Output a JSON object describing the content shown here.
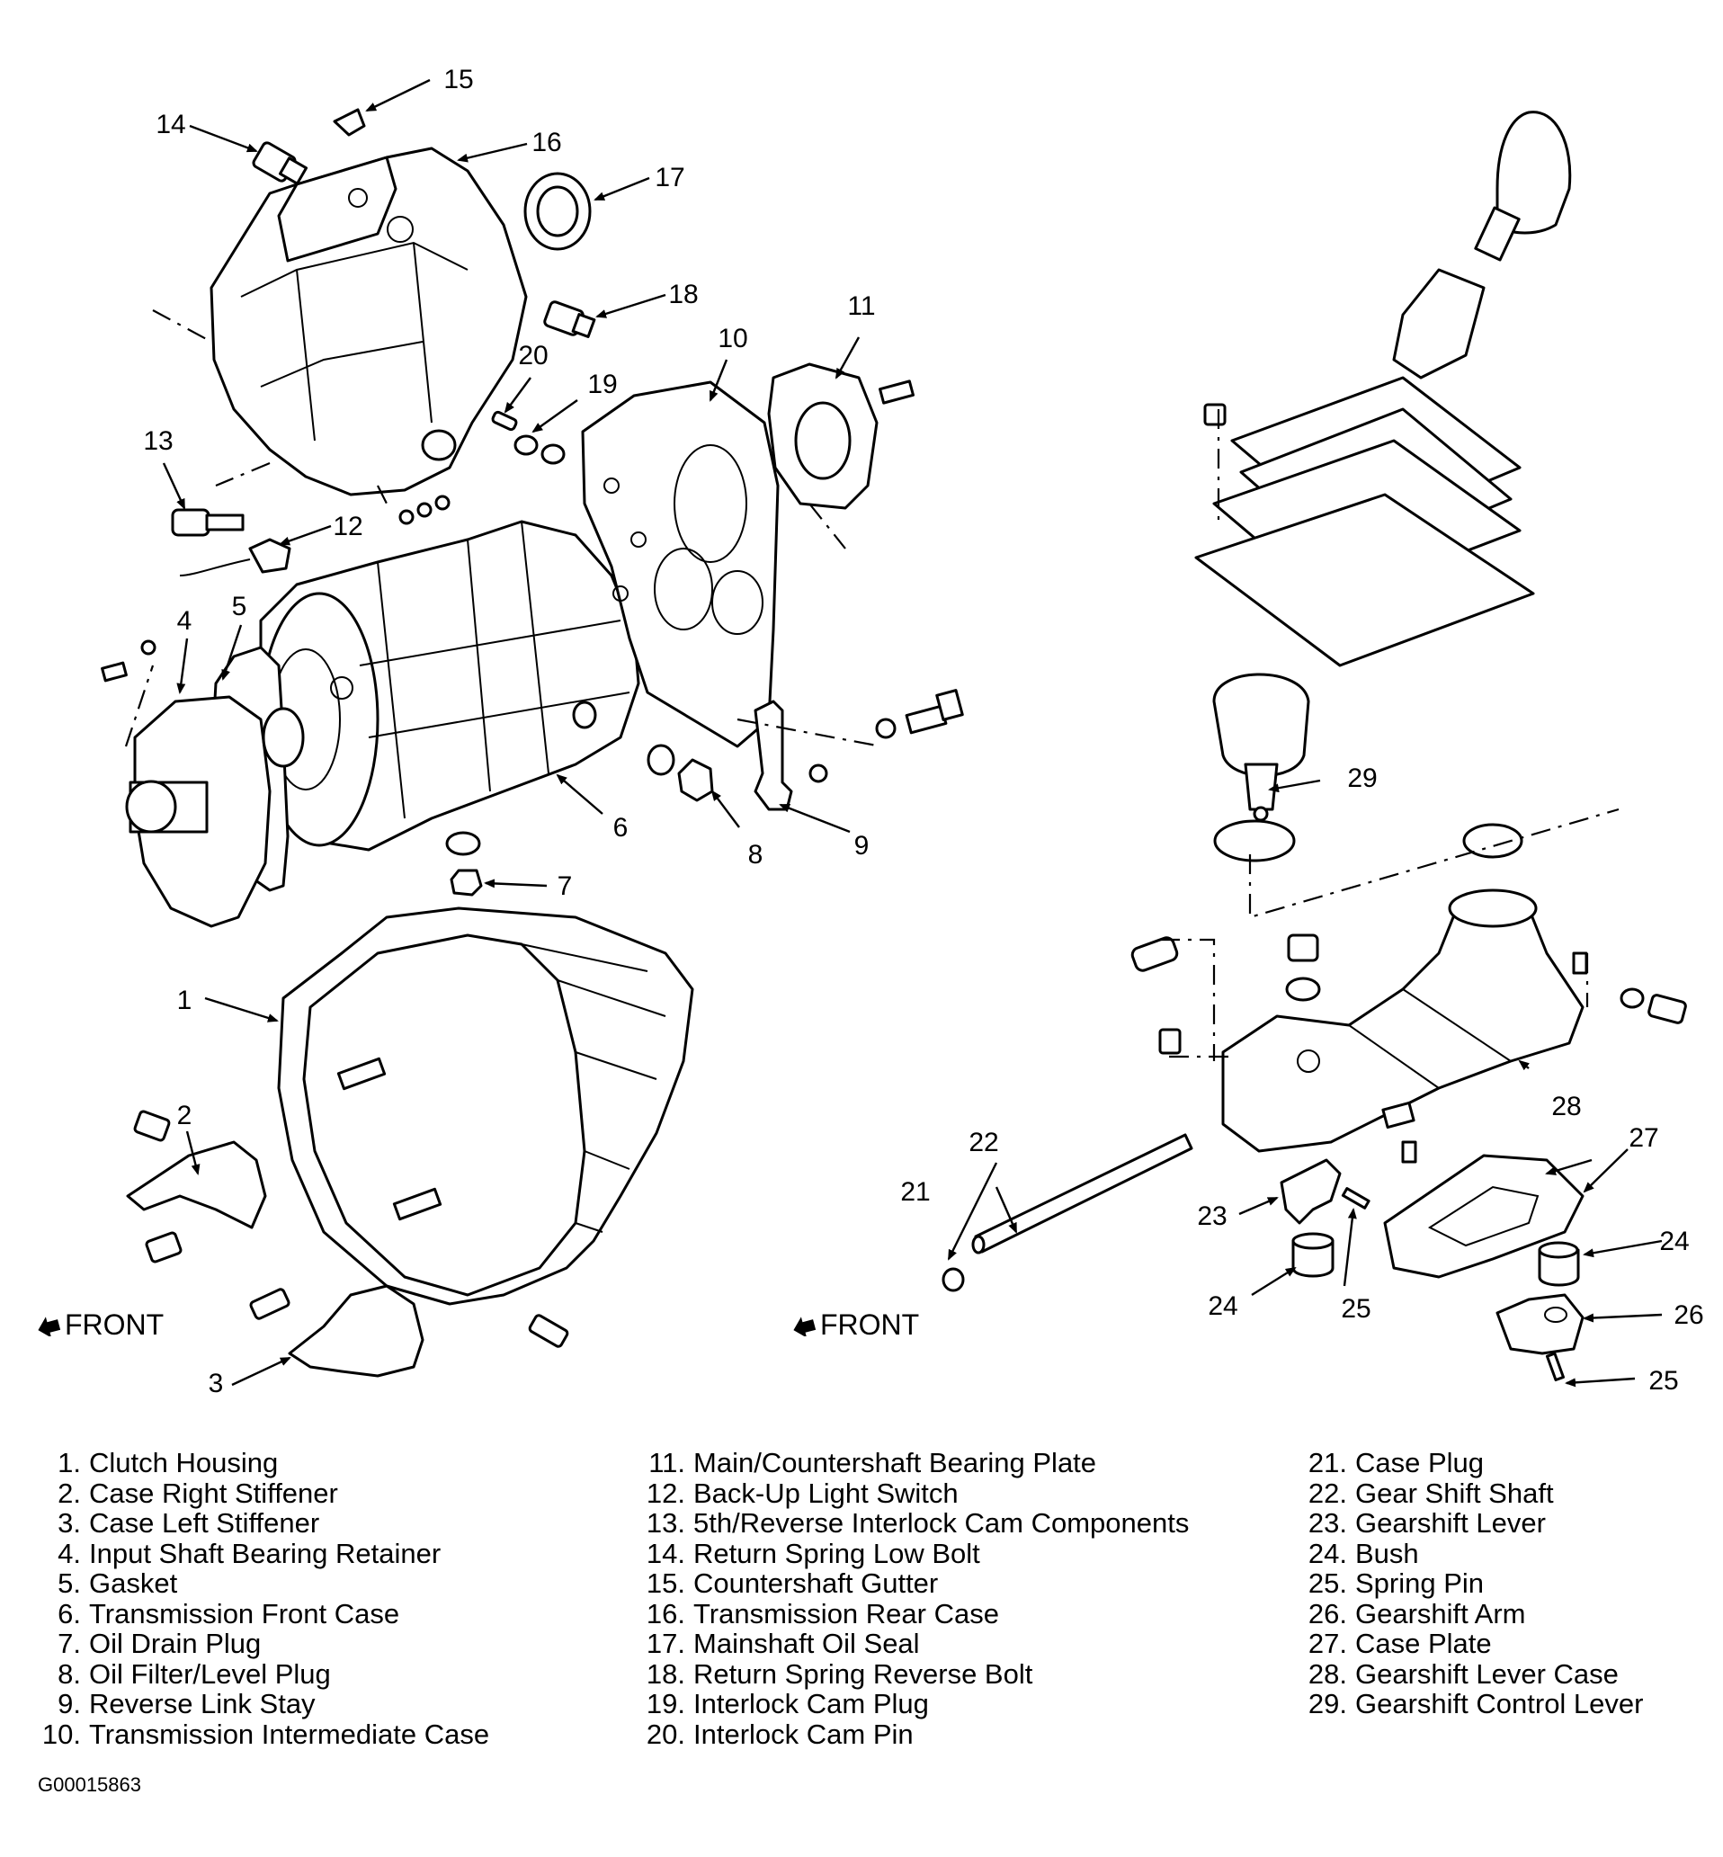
{
  "callouts": [
    "1",
    "2",
    "3",
    "4",
    "5",
    "6",
    "7",
    "8",
    "9",
    "10",
    "11",
    "12",
    "13",
    "14",
    "15",
    "16",
    "17",
    "18",
    "19",
    "20",
    "21",
    "22",
    "23",
    "24",
    "24",
    "25",
    "25",
    "26",
    "27",
    "28",
    "29"
  ],
  "front_labels": [
    "FRONT",
    "FRONT"
  ],
  "legend": [
    [
      {
        "num": "1.",
        "text": "Clutch Housing"
      },
      {
        "num": "2.",
        "text": "Case Right Stiffener"
      },
      {
        "num": "3.",
        "text": "Case Left Stiffener"
      },
      {
        "num": "4.",
        "text": "Input Shaft Bearing Retainer"
      },
      {
        "num": "5.",
        "text": "Gasket"
      },
      {
        "num": "6.",
        "text": "Transmission Front Case"
      },
      {
        "num": "7.",
        "text": "Oil Drain Plug"
      },
      {
        "num": "8.",
        "text": "Oil Filter/Level Plug"
      },
      {
        "num": "9.",
        "text": "Reverse Link Stay"
      },
      {
        "num": "10.",
        "text": "Transmission Intermediate Case"
      }
    ],
    [
      {
        "num": "11.",
        "text": "Main/Countershaft Bearing Plate"
      },
      {
        "num": "12.",
        "text": "Back-Up Light Switch"
      },
      {
        "num": "13.",
        "text": "5th/Reverse Interlock Cam Components"
      },
      {
        "num": "14.",
        "text": "Return Spring Low Bolt"
      },
      {
        "num": "15.",
        "text": "Countershaft Gutter"
      },
      {
        "num": "16.",
        "text": "Transmission Rear Case"
      },
      {
        "num": "17.",
        "text": "Mainshaft Oil Seal"
      },
      {
        "num": "18.",
        "text": "Return Spring Reverse Bolt"
      },
      {
        "num": "19.",
        "text": "Interlock Cam Plug"
      },
      {
        "num": "20.",
        "text": "Interlock Cam Pin"
      }
    ],
    [
      {
        "num": "21.",
        "text": "Case Plug"
      },
      {
        "num": "22.",
        "text": "Gear Shift Shaft"
      },
      {
        "num": "23.",
        "text": "Gearshift Lever"
      },
      {
        "num": "24.",
        "text": "Bush"
      },
      {
        "num": "25.",
        "text": "Spring Pin"
      },
      {
        "num": "26.",
        "text": "Gearshift Arm"
      },
      {
        "num": "27.",
        "text": "Case Plate"
      },
      {
        "num": "28.",
        "text": "Gearshift Lever Case"
      },
      {
        "num": "29.",
        "text": "Gearshift Control Lever"
      }
    ]
  ],
  "figure_code": "G00015863"
}
